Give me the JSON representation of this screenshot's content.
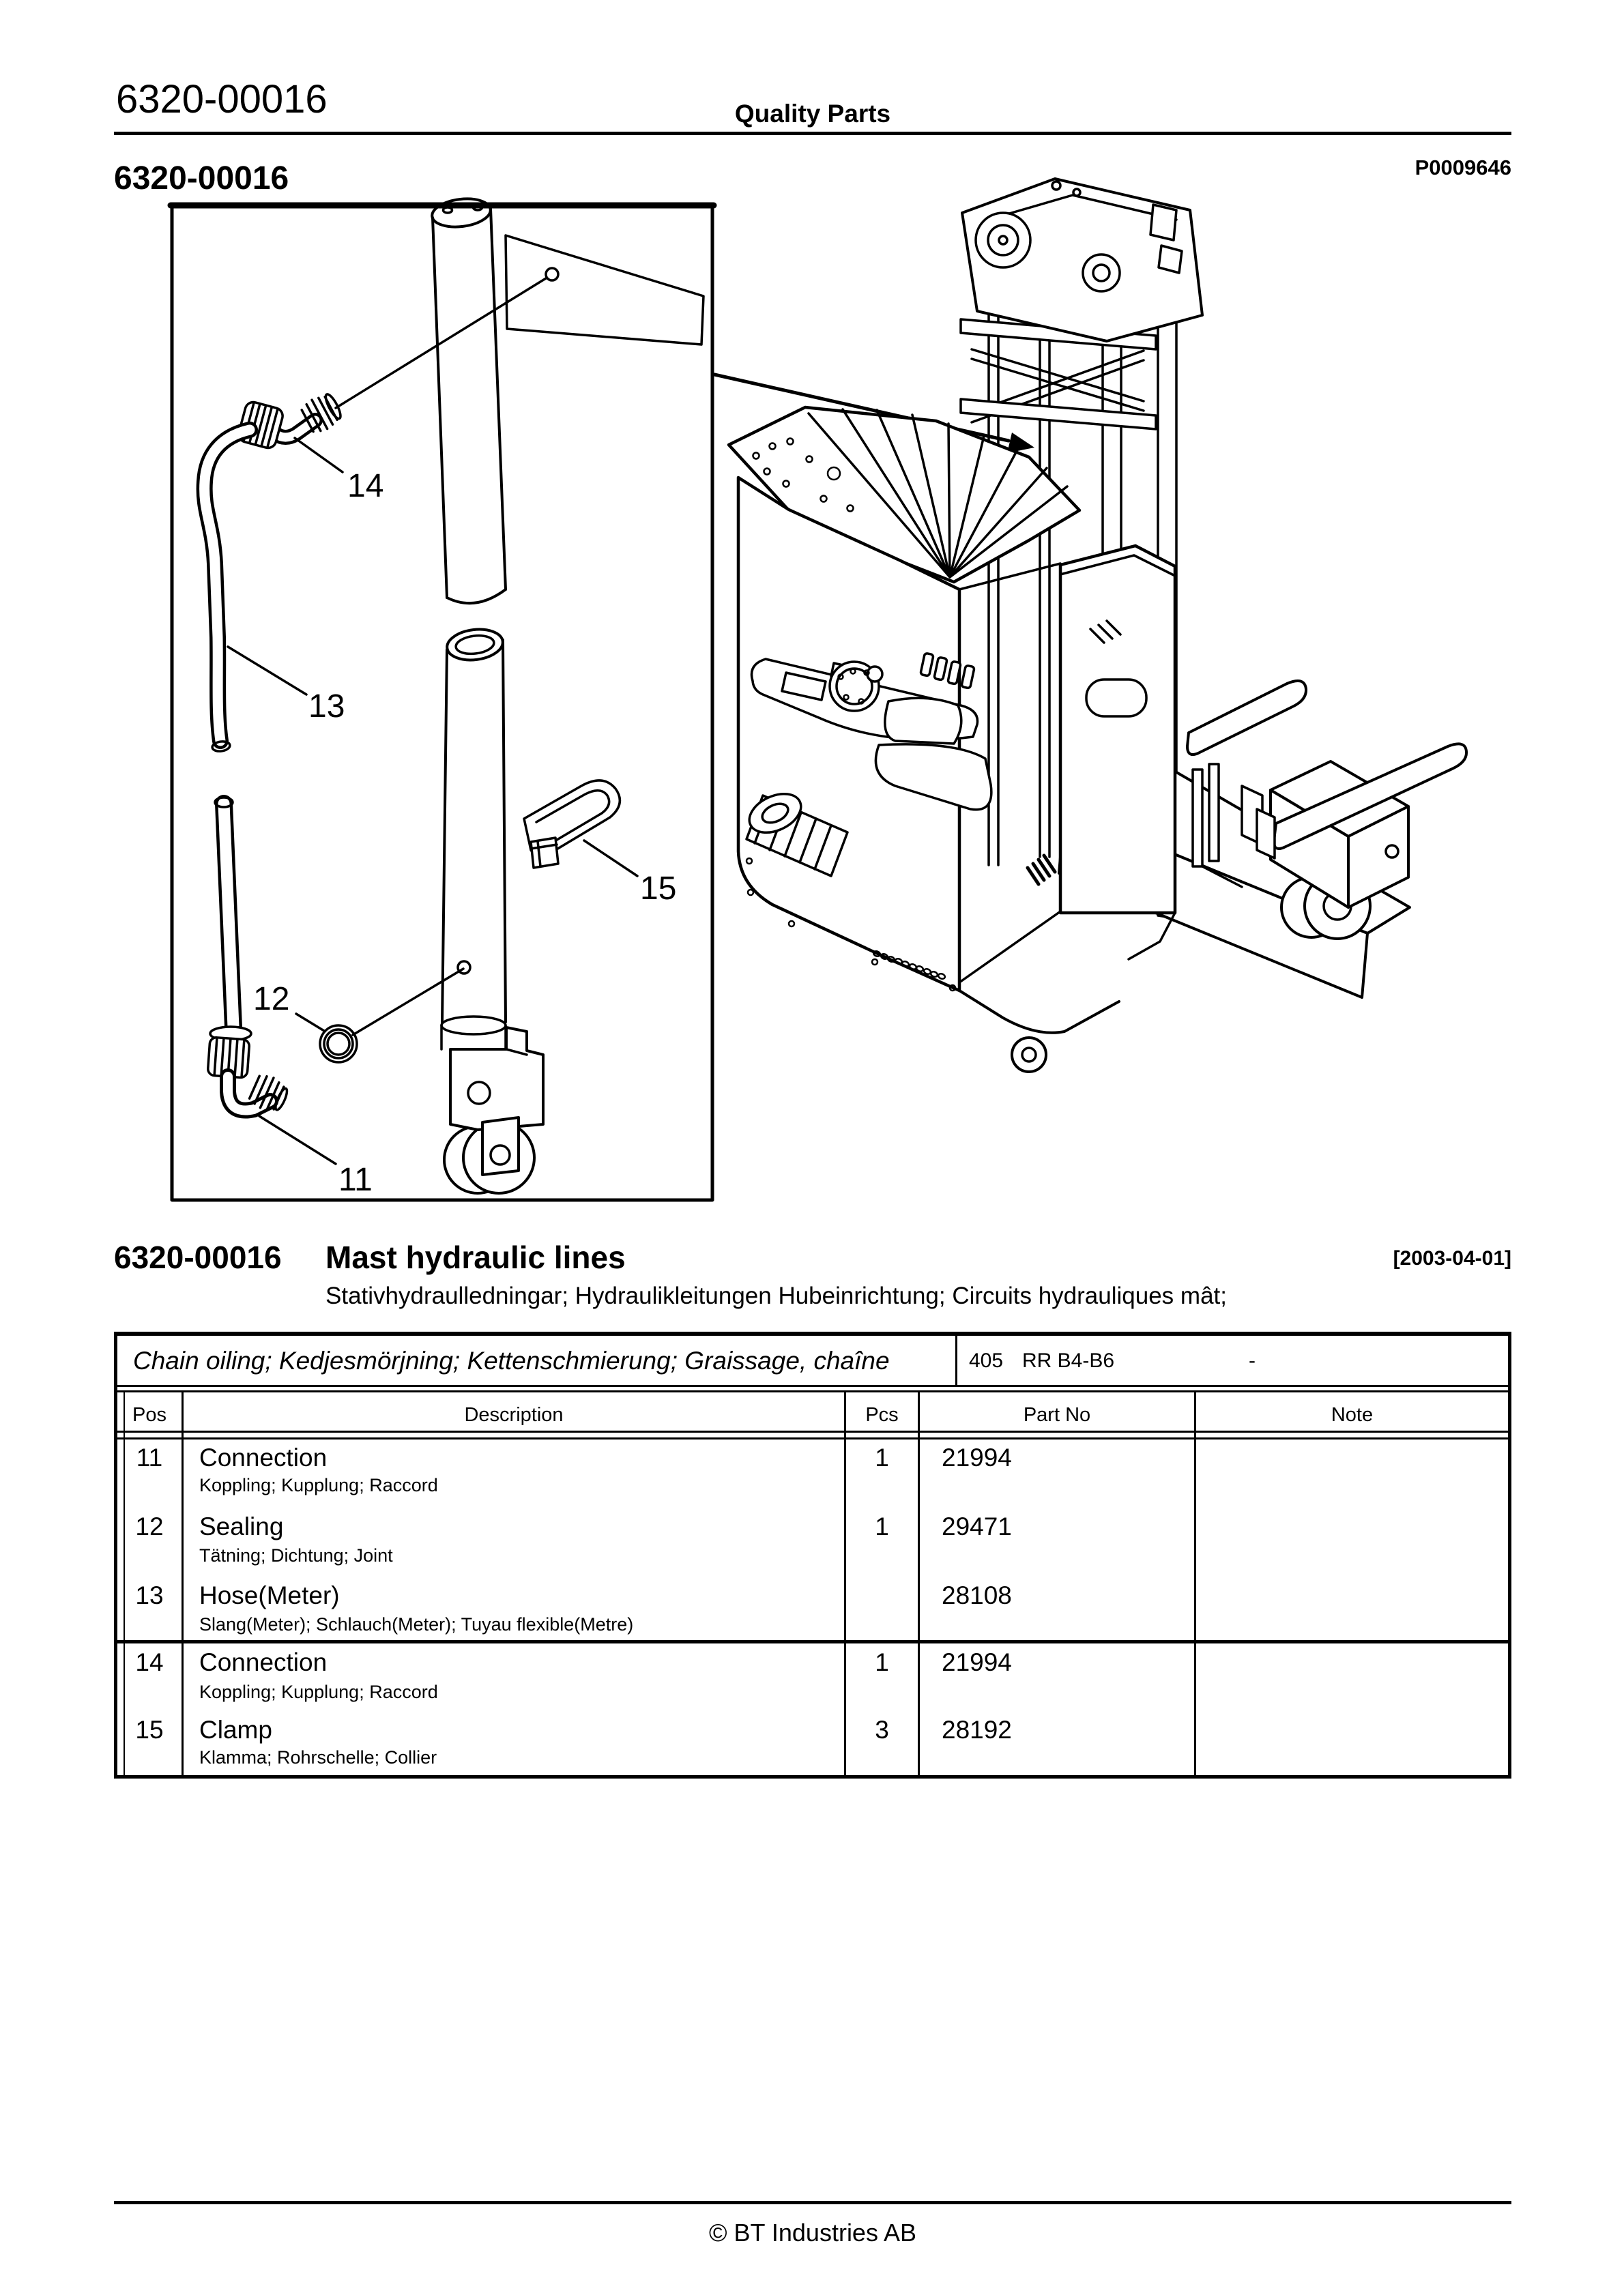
{
  "header": {
    "doc_code": "6320-00016",
    "center_title": "Quality Parts",
    "section_code": "6320-00016",
    "figure_code": "P0009646"
  },
  "diagram": {
    "labels": {
      "l11": "11",
      "l12": "12",
      "l13": "13",
      "l14": "14",
      "l15": "15"
    }
  },
  "section": {
    "code": "6320-00016",
    "title": "Mast hydraulic lines",
    "date": "[2003-04-01]",
    "subtitle": "Stativhydraulledningar; Hydraulikleitungen Hubeinrichtung; Circuits hydrauliques mât;"
  },
  "table": {
    "group_title": "Chain oiling; Kedjesmörjning; Kettenschmierung; Graissage, chaîne",
    "group_code": "405",
    "group_model": "RR B4-B6",
    "group_note": "-",
    "columns": {
      "pos": "Pos",
      "description": "Description",
      "pcs": "Pcs",
      "part_no": "Part No",
      "note": "Note"
    },
    "rows": [
      {
        "pos": "11",
        "description": "Connection",
        "description_alt": "Koppling; Kupplung; Raccord",
        "pcs": "1",
        "part_no": "21994",
        "note": ""
      },
      {
        "pos": "12",
        "description": "Sealing",
        "description_alt": "Tätning; Dichtung; Joint",
        "pcs": "1",
        "part_no": "29471",
        "note": ""
      },
      {
        "pos": "13",
        "description": "Hose(Meter)",
        "description_alt": "Slang(Meter); Schlauch(Meter); Tuyau flexible(Metre)",
        "pcs": "",
        "part_no": "28108",
        "note": ""
      },
      {
        "pos": "14",
        "description": "Connection",
        "description_alt": "Koppling; Kupplung; Raccord",
        "pcs": "1",
        "part_no": "21994",
        "note": ""
      },
      {
        "pos": "15",
        "description": "Clamp",
        "description_alt": "Klamma; Rohrschelle; Collier",
        "pcs": "3",
        "part_no": "28192",
        "note": ""
      }
    ]
  },
  "footer": {
    "copyright": "© BT Industries AB"
  }
}
